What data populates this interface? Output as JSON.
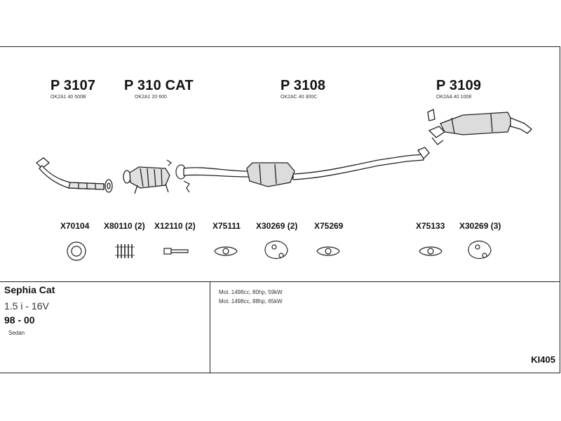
{
  "parts": [
    {
      "number": "P 3107",
      "oem": "OK2A1 40 500B"
    },
    {
      "number": "P 310 CAT",
      "oem": "OK2A1 20 600"
    },
    {
      "number": "P 3108",
      "oem": "OK2AC 40 300C"
    },
    {
      "number": "P 3109",
      "oem": "OK2AA 40 100E"
    }
  ],
  "accessories": [
    {
      "code": "X70104",
      "icon": "sealing-ring-icon"
    },
    {
      "code": "X80110 (2)",
      "icon": "spring-icon"
    },
    {
      "code": "X12110 (2)",
      "icon": "bolt-icon"
    },
    {
      "code": "X75111",
      "icon": "gasket-icon"
    },
    {
      "code": "X30269 (2)",
      "icon": "rubber-hanger-icon"
    },
    {
      "code": "X75269",
      "icon": "gasket-icon"
    },
    {
      "code": "X75133",
      "icon": "gasket-icon"
    },
    {
      "code": "X30269 (3)",
      "icon": "rubber-hanger-icon"
    }
  ],
  "vehicle": {
    "model": "Sephia Cat",
    "engine": "1.5 i - 16V",
    "years": "98 - 00",
    "body": "Sedan"
  },
  "specs": [
    "Mot. 1498cc, 80hp, 59kW",
    "Mot. 1498cc, 88hp, 65kW"
  ],
  "diagram_code": "KI405",
  "colors": {
    "line": "#222222",
    "fill": "#ffffff",
    "shade": "#dcdcdc"
  }
}
